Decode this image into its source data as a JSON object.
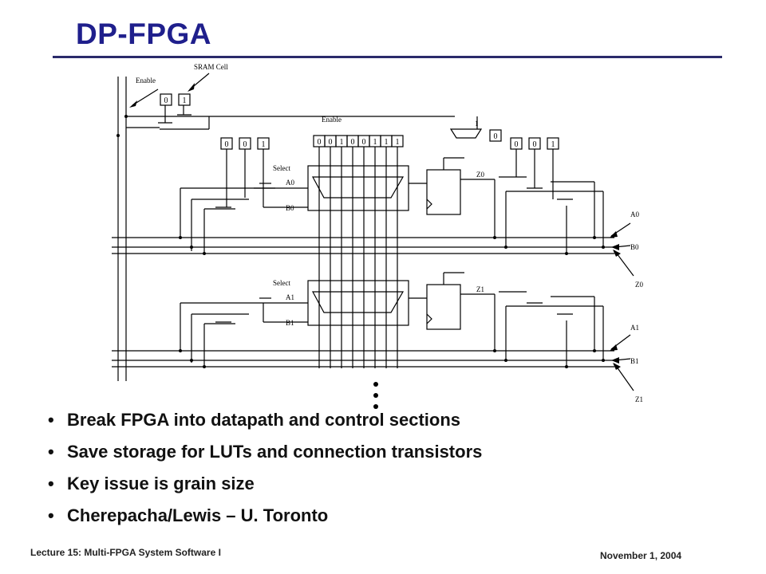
{
  "slide": {
    "title": "DP-FPGA"
  },
  "diagram": {
    "labels": {
      "enable_pointer": "Enable",
      "sram_cell": "SRAM Cell",
      "enable_line": "Enable",
      "select0": "Select",
      "select1": "Select",
      "a0_in": "A0",
      "b0_in": "B0",
      "a1_in": "A1",
      "b1_in": "B1",
      "z0_out": "Z0",
      "z1_out": "Z1",
      "a0_right": "A0",
      "b0_right": "B0",
      "z0_right": "Z0",
      "a1_right": "A1",
      "b1_right": "B1",
      "z1_right": "Z1"
    },
    "sram_bits_top": [
      "0",
      "1"
    ],
    "sram_bits_left": [
      "0",
      "0",
      "1"
    ],
    "sram_bits_mid": [
      "0",
      "0",
      "1",
      "0",
      "0",
      "1",
      "1",
      "1"
    ],
    "sram_bits_right": [
      "0",
      "0",
      "1"
    ],
    "sram_bit_enable": "0",
    "sram_bit_enable_label": "1"
  },
  "bullets": [
    "Break FPGA into datapath and control sections",
    "Save storage for LUTs and connection transistors",
    "Key issue is grain size",
    "Cherepacha/Lewis – U. Toronto"
  ],
  "bullet_symbol": "•",
  "footer": {
    "left": "Lecture 15: Multi-FPGA System Software I",
    "right": "November 1, 2004"
  }
}
